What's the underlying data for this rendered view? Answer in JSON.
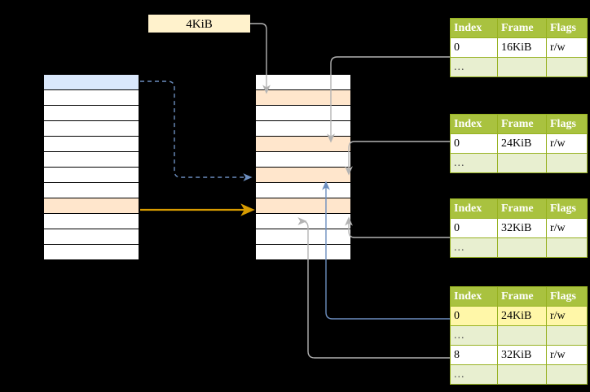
{
  "diagram": {
    "title_label": "4KiB",
    "background_color": "#000000",
    "accent_header_color": "#A9C23F",
    "highlight_color": "#FFF7A8",
    "peach_color": "#FFE6CC",
    "blue_color": "#DAE8FC",
    "orange_arrow_color": "#D79B00",
    "blue_arrow_color": "#6C8EBF"
  },
  "virtual_column": {
    "name": "virtual-address-space",
    "cell_count": 12,
    "cells": [
      {
        "fill": "blue"
      },
      {
        "fill": "white"
      },
      {
        "fill": "white"
      },
      {
        "fill": "white"
      },
      {
        "fill": "white"
      },
      {
        "fill": "white"
      },
      {
        "fill": "white"
      },
      {
        "fill": "white"
      },
      {
        "fill": "peach"
      },
      {
        "fill": "white"
      },
      {
        "fill": "white"
      },
      {
        "fill": "white"
      }
    ]
  },
  "physical_column": {
    "name": "physical-memory",
    "cell_count": 12,
    "cells": [
      {
        "fill": "white"
      },
      {
        "fill": "peach"
      },
      {
        "fill": "white"
      },
      {
        "fill": "white"
      },
      {
        "fill": "peach"
      },
      {
        "fill": "white"
      },
      {
        "fill": "peach"
      },
      {
        "fill": "white"
      },
      {
        "fill": "peach"
      },
      {
        "fill": "white"
      },
      {
        "fill": "white"
      },
      {
        "fill": "white"
      }
    ]
  },
  "tables": [
    {
      "id": "page-table-1",
      "headers": [
        "Index",
        "Frame",
        "Flags"
      ],
      "rows": [
        {
          "kind": "data",
          "cells": [
            "0",
            "16KiB",
            "r/w"
          ],
          "highlight": false
        },
        {
          "kind": "ellipsis",
          "cells": [
            "...",
            "",
            ""
          ],
          "highlight": false
        }
      ]
    },
    {
      "id": "page-table-2",
      "headers": [
        "Index",
        "Frame",
        "Flags"
      ],
      "rows": [
        {
          "kind": "data",
          "cells": [
            "0",
            "24KiB",
            "r/w"
          ],
          "highlight": false
        },
        {
          "kind": "ellipsis",
          "cells": [
            "...",
            "",
            ""
          ],
          "highlight": false
        }
      ]
    },
    {
      "id": "page-table-3",
      "headers": [
        "Index",
        "Frame",
        "Flags"
      ],
      "rows": [
        {
          "kind": "data",
          "cells": [
            "0",
            "32KiB",
            "r/w"
          ],
          "highlight": false
        },
        {
          "kind": "ellipsis",
          "cells": [
            "...",
            "",
            ""
          ],
          "highlight": false
        }
      ]
    },
    {
      "id": "page-table-4",
      "headers": [
        "Index",
        "Frame",
        "Flags"
      ],
      "rows": [
        {
          "kind": "data",
          "cells": [
            "0",
            "24KiB",
            "r/w"
          ],
          "highlight": true
        },
        {
          "kind": "ellipsis",
          "cells": [
            "...",
            "",
            ""
          ],
          "highlight": false
        },
        {
          "kind": "data",
          "cells": [
            "8",
            "32KiB",
            "r/w"
          ],
          "highlight": false
        },
        {
          "kind": "ellipsis",
          "cells": [
            "...",
            "",
            ""
          ],
          "highlight": false
        }
      ]
    }
  ]
}
